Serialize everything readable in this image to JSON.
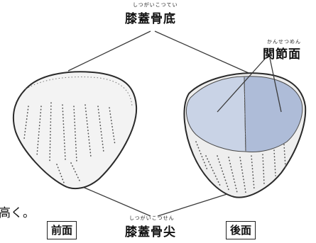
{
  "labels": {
    "base_ruby": "しつがいこつてい",
    "base": "膝蓋骨底",
    "articular_ruby": "かんせつめん",
    "articular": "関節面",
    "apex_ruby": "しつがいこつせん",
    "apex": "膝蓋骨尖",
    "front": "前面",
    "back": "後面",
    "text_fragment": "高く。"
  },
  "colors": {
    "line": "#3a3a3a",
    "bone_fill": "#f3f3f3",
    "articular_fill": "#c9d3e6",
    "articular_fill_dark": "#aebcd8"
  }
}
